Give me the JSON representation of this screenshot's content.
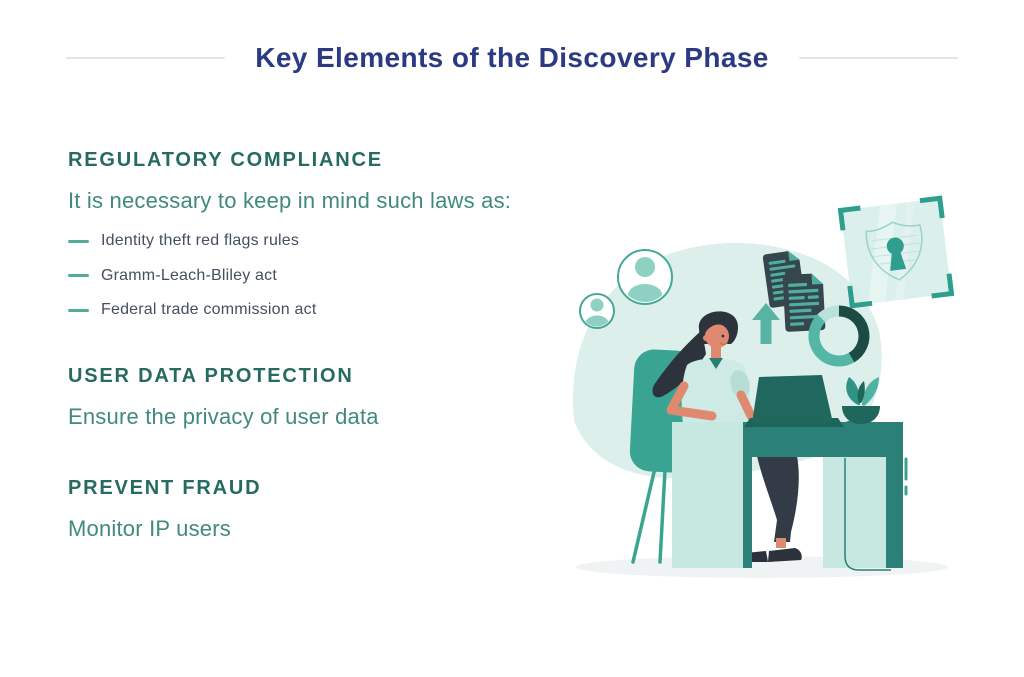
{
  "header": {
    "title": "Key Elements of the Discovery Phase"
  },
  "sections": [
    {
      "heading": "REGULATORY COMPLIANCE",
      "subtitle": "It is necessary to keep in mind such laws as:",
      "items": [
        "Identity theft red flags rules",
        "Gramm-Leach-Bliley act",
        "Federal trade commission act"
      ]
    },
    {
      "heading": "USER DATA PROTECTION",
      "subtitle": "Ensure the privacy of user data",
      "items": []
    },
    {
      "heading": "PREVENT FRAUD",
      "subtitle": "Monitor IP users",
      "items": []
    }
  ],
  "illustration": {
    "description": "Woman working on a laptop at a desk surrounded by security and data icons",
    "icons": [
      "user-avatar-icon",
      "documents-icon",
      "upload-arrow-icon",
      "donut-chart-icon",
      "scan-frame-icon",
      "shield-keyhole-icon",
      "plant-icon",
      "laptop-icon"
    ]
  },
  "palette": {
    "title_navy": "#2b3a82",
    "heading_teal": "#266a60",
    "subtitle_teal": "#41897c",
    "body_slate": "#454f5f",
    "accent_teal": "#54ab9c",
    "mint_blob": "#dcefeb",
    "teal_mid": "#3aa492",
    "teal_dark": "#2b8077",
    "ink_dark": "#36464d",
    "skin": "#df8a70",
    "divider_gray": "#dee7ea"
  }
}
